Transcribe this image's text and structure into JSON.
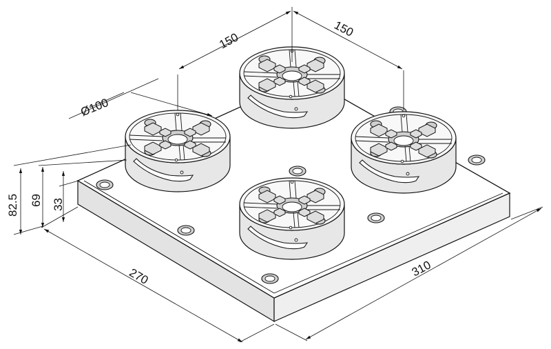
{
  "dimensions": {
    "total_height": "82.5",
    "chuck_height": "69",
    "plate_thickness": "33",
    "chuck_diameter": "Ø100",
    "spacing_left": "150",
    "spacing_right": "150",
    "plate_width": "270",
    "plate_length": "310"
  },
  "chucks": [
    "chuck-back",
    "chuck-left",
    "chuck-right",
    "chuck-front"
  ]
}
